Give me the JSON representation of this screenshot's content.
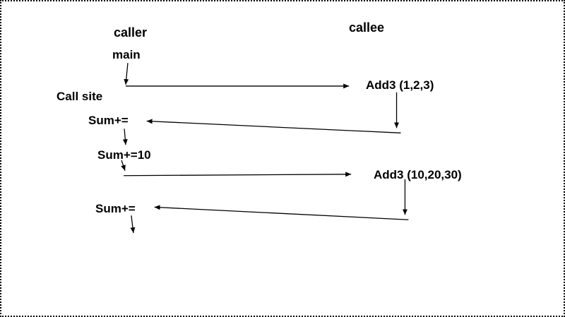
{
  "slide": {
    "background": "#ffffff",
    "border_color": "#000000",
    "line_color": "#000000",
    "text_color": "#000000"
  },
  "diagram": {
    "columns": {
      "caller": "caller",
      "callee": "callee"
    },
    "labels": {
      "main": "main",
      "call_site": "Call site",
      "add3_call_1": "Add3 (1,2,3)",
      "sum_1": "Sum+=",
      "sum_10": "Sum+=10",
      "add3_call_2": "Add3 (10,20,30)",
      "sum_2": "Sum+="
    }
  }
}
